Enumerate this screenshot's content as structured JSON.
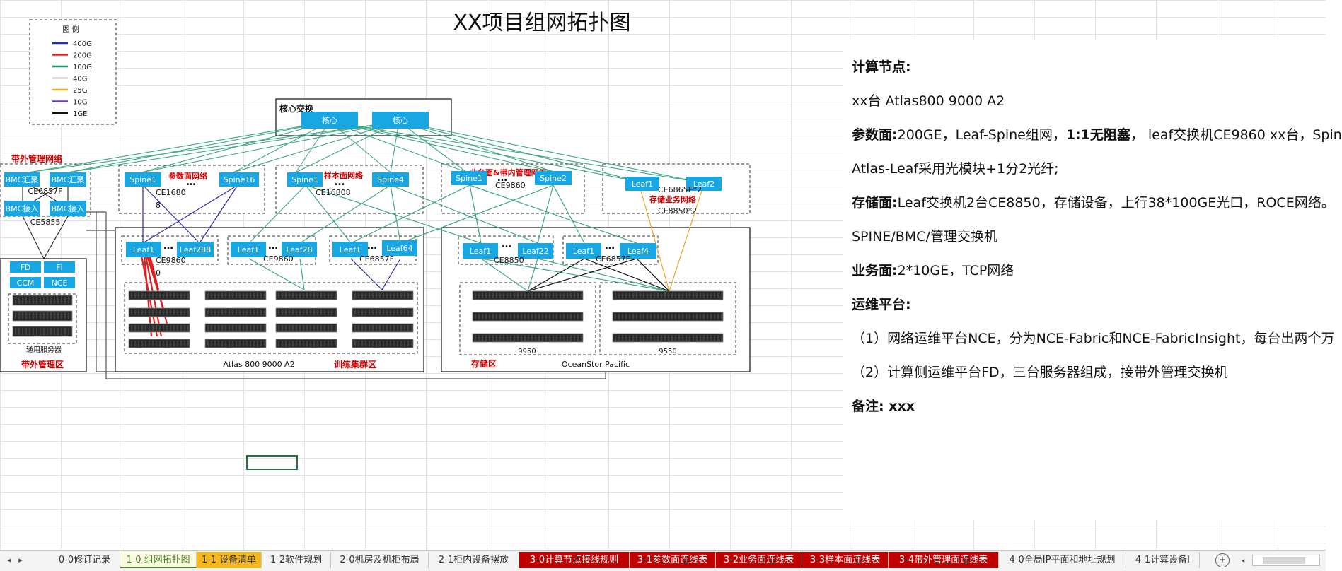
{
  "title": "XX项目组网拓扑图",
  "legend": {
    "title": "图  例",
    "items": [
      {
        "label": "400G",
        "color": "#1f2fa0"
      },
      {
        "label": "200G",
        "color": "#e02020"
      },
      {
        "label": "100G",
        "color": "#1f9a6a"
      },
      {
        "label": "40G",
        "color": "#cfcfcf"
      },
      {
        "label": "25G",
        "color": "#e7a824"
      },
      {
        "label": "10G",
        "color": "#6f3fb0"
      },
      {
        "label": "1GE",
        "color": "#111111"
      }
    ]
  },
  "colors": {
    "node": "#18a7e3",
    "red_label": "#d10000",
    "line_100g": "#3fa882",
    "line_400g": "#2c2ca8",
    "line_200g": "#e02020",
    "line_25g": "#e7a824",
    "line_1ge": "#111111",
    "sheet_active": "#fbfbe0"
  },
  "core": {
    "label": "核心交换",
    "node_label": "核心"
  },
  "oob": {
    "title": "带外管理网络",
    "bmc_aggregate": "BMC汇聚",
    "bmc_access": "BMC接入",
    "aggregate_model": "CE6857F",
    "access_model": "CE5855"
  },
  "oob_area": {
    "title": "带外管理区",
    "fd": "FD",
    "fi": "FI",
    "ccm": "CCM",
    "nce": "NCE",
    "server_label": "通用服务器"
  },
  "param_net": {
    "title": "参数面网络",
    "spine_left": "Spine1",
    "spine_right": "Spine16",
    "model": "CE1680",
    "model_suffix": "8"
  },
  "sample_net": {
    "title": "样本面网络",
    "spine_left": "Spine1",
    "spine_right": "Spine4",
    "model": "CE16808"
  },
  "business_net": {
    "title": "业务面&带内管理网络",
    "spine_left": "Spine1",
    "spine_right": "Spine2",
    "model": "CE9860"
  },
  "storage_net": {
    "title": "存储业务网络",
    "leaf_left": "Leaf1",
    "leaf_right": "Leaf2",
    "model_top": "CE6865E*2",
    "model_bottom": "CE8850*2"
  },
  "dots": "…",
  "training": {
    "title": "训练集群区",
    "server_label": "Atlas 800 9000 A2",
    "g1": {
      "left": "Leaf1",
      "right": "Leaf288",
      "model": "CE9860",
      "model_suffix": "0"
    },
    "g2": {
      "left": "Leaf1",
      "right": "Leaf28",
      "model": "CE9860"
    },
    "g3": {
      "left": "Leaf1",
      "right": "Leaf64",
      "model": "CE6857F"
    }
  },
  "storage_area": {
    "title": "存储区",
    "g1": {
      "left": "Leaf1",
      "right": "Leaf22",
      "model": "CE8850"
    },
    "g2": {
      "left": "Leaf1",
      "right": "Leaf4",
      "model": "CE6857F"
    },
    "storage_left": "9950",
    "storage_right": "9550",
    "product_label": "OceanStor Pacific"
  },
  "notes": {
    "l1": "计算节点:",
    "l2": "xx台 Atlas800 9000 A2",
    "l3a": "参数面:",
    "l3b": "200GE，Leaf-Spine组网，",
    "l3c": "1:1无阻塞",
    "l3d": "，  leaf交换机CE9860 xx台，Spin",
    "l4": "Atlas-Leaf采用光模块+1分2光纤;",
    "l5a": "存储面:",
    "l5b": "Leaf交换机2台CE8850，存储设备，上行38*100GE光口，ROCE网络。",
    "l6": "SPINE/BMC/管理交换机",
    "l7a": "业务面:",
    "l7b": "2*10GE，TCP网络",
    "l8": "运维平台:",
    "l9": "（1）网络运维平台NCE，分为NCE-Fabric和NCE-FabricInsight，每台出两个万",
    "l10": "（2）计算侧运维平台FD，三台服务器组成，接带外管理交换机",
    "l11": "备注:  xxx"
  },
  "tabs": [
    {
      "label": "0-0修订记录",
      "color": "#f3f3f3",
      "text": "#333333"
    },
    {
      "label": "1-0 组网拓扑图",
      "color": "#fbfbe0",
      "text": "#4a7a2a"
    },
    {
      "label": "1-1 设备清单",
      "color": "#f5b81c",
      "text": "#333333"
    },
    {
      "label": "1-2软件规划",
      "color": "#f3f3f3",
      "text": "#333333"
    },
    {
      "label": "2-0机房及机柜布局",
      "color": "#f3f3f3",
      "text": "#333333"
    },
    {
      "label": "2-1柜内设备摆放",
      "color": "#f3f3f3",
      "text": "#333333"
    },
    {
      "label": "3-0计算节点接线规则",
      "color": "#c00000",
      "text": "#ffffff"
    },
    {
      "label": "3-1参数面连线表",
      "color": "#c00000",
      "text": "#ffffff"
    },
    {
      "label": "3-2业务面连线表",
      "color": "#c00000",
      "text": "#ffffff"
    },
    {
      "label": "3-3样本面连线表",
      "color": "#c00000",
      "text": "#ffffff"
    },
    {
      "label": "3-4带外管理面连线表",
      "color": "#c00000",
      "text": "#ffffff"
    },
    {
      "label": "4-0全局IP平面和地址规划",
      "color": "#f3f3f3",
      "text": "#333333"
    },
    {
      "label": "4-1计算设备I",
      "color": "#f3f3f3",
      "text": "#333333"
    }
  ],
  "icons": {
    "prev": "triangle-left-icon",
    "next": "triangle-right-icon",
    "add": "plus-circle-icon"
  }
}
